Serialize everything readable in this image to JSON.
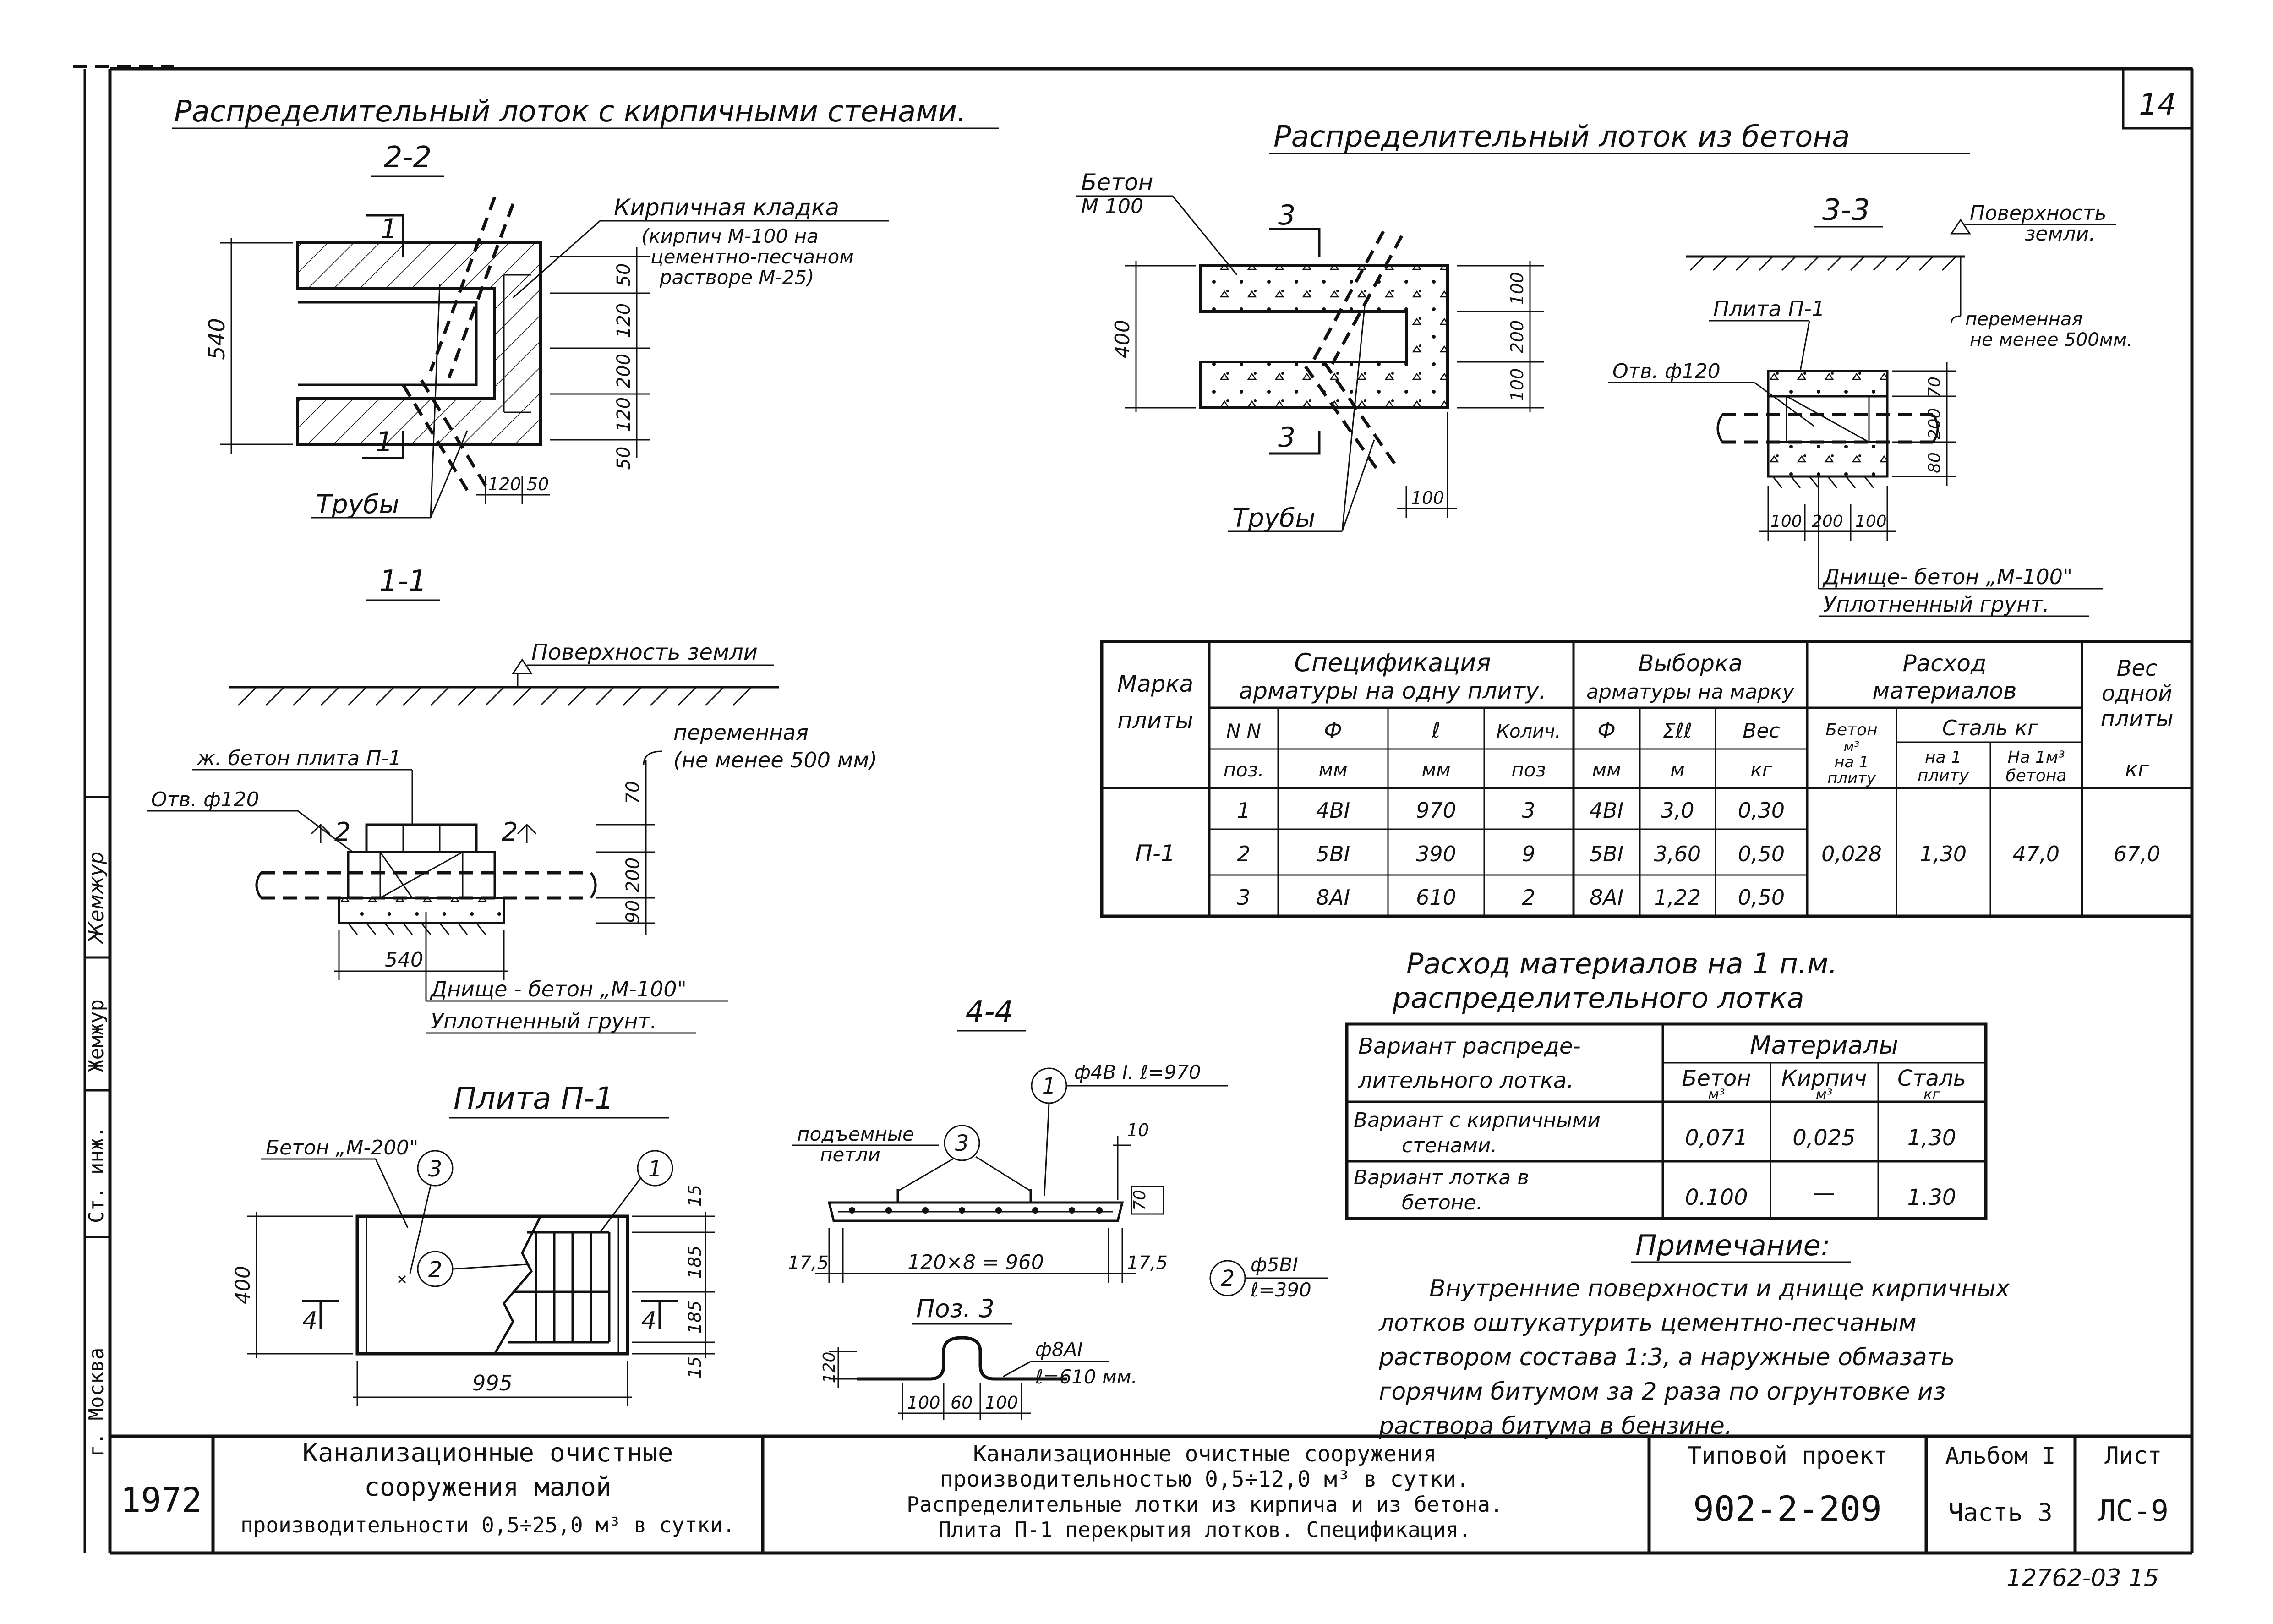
{
  "sheet_number": "14",
  "bottom_number": "12762-03   15",
  "left_strip": {
    "city": "г. Москва",
    "role": "Ст. инж.",
    "name": "Жемжур",
    "signature": "Жемжур"
  },
  "brick_tray": {
    "title": "Распределительный лоток с кирпичными стенами.",
    "section_2_2": "2-2",
    "section_1_1": "1-1",
    "brickwork_label": "Кирпичная кладка",
    "brickwork_note_1": "(кирпич М-100 на",
    "brickwork_note_2": "цементно-песчаном",
    "brickwork_note_3": "растворе М-25)",
    "pipes_label": "Трубы",
    "cut_mark": "1",
    "dims": {
      "height": "540",
      "d1": "50",
      "d2": "120",
      "d3": "200",
      "d4": "120",
      "d5": "50",
      "w1": "120",
      "w2": "50"
    }
  },
  "section_1_1": {
    "ground_label": "Поверхность земли",
    "slab_label": "ж. бетон плита П-1",
    "hole_label": "Отв. ф120",
    "variable_label": "переменная",
    "variable_note": "(не менее 500 мм)",
    "bottom_label": "Днище - бетон „М-100\"",
    "soil_label": "Уплотненный грунт.",
    "cut_mark": "2",
    "dims": {
      "h1": "70",
      "h2": "200",
      "h3": "90",
      "w": "540"
    }
  },
  "concrete_tray": {
    "title": "Распределительный лоток из бетона",
    "concrete_label": "Бетон",
    "concrete_grade": "М 100",
    "pipes_label": "Трубы",
    "cut_mark": "3",
    "dims": {
      "height": "400",
      "d1": "100",
      "d2": "200",
      "d3": "100",
      "w": "100"
    }
  },
  "section_3_3": {
    "title": "3-3",
    "ground_label": "Поверхность",
    "ground_label_2": "земли.",
    "slab_label": "Плита П-1",
    "hole_label": "Отв. ф120",
    "variable_label": "переменная",
    "variable_note": "не менее 500мм.",
    "bottom_label": "Днище- бетон „М-100\"",
    "soil_label": "Уплотненный грунт.",
    "dims": {
      "h1": "70",
      "h2": "200",
      "h3": "80",
      "w1": "100",
      "w2": "200",
      "w3": "100"
    }
  },
  "spec_table": {
    "h_mark_1": "Марка",
    "h_mark_2": "плиты",
    "h_spec_1": "Спецификация",
    "h_spec_2": "арматуры на одну плиту.",
    "h_sel_1": "Выборка",
    "h_sel_2": "арматуры на марку",
    "h_cons_1": "Расход",
    "h_cons_2": "материалов",
    "h_weight_1": "Вес",
    "h_weight_2": "одной",
    "h_weight_3": "плиты",
    "h_weight_unit": "кг",
    "c_pos": "N N",
    "c_pos_u": "поз.",
    "c_dia": "Ф",
    "c_dia_u": "мм",
    "c_len": "ℓ",
    "c_len_u": "мм",
    "c_qty": "Колич.",
    "c_qty_u": "поз",
    "c_sdia": "Ф",
    "c_sdia_u": "мм",
    "c_sum": "Σℓℓ",
    "c_sum_u": "м",
    "c_wt": "Вес",
    "c_wt_u": "кг",
    "c_concrete_1": "Бетон",
    "c_concrete_2": "м³",
    "c_concrete_3": "на 1",
    "c_concrete_4": "плиту",
    "c_steel": "Сталь кг",
    "c_steel_a1": "на 1",
    "c_steel_a2": "плиту",
    "c_steel_b1": "На 1м³",
    "c_steel_b2": "бетона",
    "mark": "П-1",
    "rows": [
      {
        "pos": "1",
        "dia": "4ВI",
        "len": "970",
        "qty": "3",
        "sdia": "4ВI",
        "sum": "3,0",
        "wt": "0,30"
      },
      {
        "pos": "2",
        "dia": "5ВI",
        "len": "390",
        "qty": "9",
        "sdia": "5ВI",
        "sum": "3,60",
        "wt": "0,50"
      },
      {
        "pos": "3",
        "dia": "8АI",
        "len": "610",
        "qty": "2",
        "sdia": "8АI",
        "sum": "1,22",
        "wt": "0,50"
      }
    ],
    "concrete": "0,028",
    "steel_per_slab": "1,30",
    "steel_per_m3": "47,0",
    "weight": "67,0"
  },
  "materials_table": {
    "title_1": "Расход материалов на 1 п.м.",
    "title_2": "распределительного лотка",
    "h_variant_1": "Вариант распреде-",
    "h_variant_2": "лительного лотка.",
    "h_materials": "Материалы",
    "h_concrete": "Бетон",
    "h_concrete_u": "м³",
    "h_brick": "Кирпич",
    "h_brick_u": "м³",
    "h_steel": "Сталь",
    "h_steel_u": "кг",
    "rows": [
      {
        "v1": "Вариант с кирпичными",
        "v2": "стенами.",
        "concrete": "0,071",
        "brick": "0,025",
        "steel": "1,30"
      },
      {
        "v1": "Вариант лотка в",
        "v2": "бетоне.",
        "concrete": "0.100",
        "brick": "—",
        "steel": "1.30"
      }
    ]
  },
  "note": {
    "title": "Примечание:",
    "lines": [
      "Внутренние поверхности и днище кирпичных",
      "лотков оштукатурить цементно-песчаным",
      "раствором состава 1:3, а наружные обмазать",
      "горячим битумом за 2 раза по огрунтовке из",
      "раствора битума в бензине."
    ]
  },
  "slab": {
    "title": "Плита П-1",
    "concrete_label": "Бетон „М-200\"",
    "mark_1": "1",
    "mark_2": "2",
    "mark_3": "3",
    "cut": "4",
    "dims": {
      "height": "400",
      "length": "995",
      "s1": "15",
      "s2": "185",
      "s3": "185",
      "s4": "15"
    }
  },
  "section_4_4": {
    "title": "4-4",
    "lift_label_1": "подъемные",
    "lift_label_2": "петли",
    "bar1": "ф4В I. ℓ=970",
    "bar2_a": "ф5ВI",
    "bar2_b": "ℓ=390",
    "dims": {
      "top": "10",
      "h": "70",
      "left": "17,5",
      "mid": "120×8 = 960",
      "right": "17,5"
    },
    "pos3_title": "Поз. 3",
    "pos3_bar_a": "ф8АI",
    "pos3_bar_b": "ℓ=610 мм.",
    "pos3_dims": {
      "h": "120",
      "a": "100",
      "b": "60",
      "c": "100"
    }
  },
  "title_block": {
    "year": "1972",
    "project_1": "Канализационные очистные",
    "project_2": "сооружения малой",
    "project_3": "производительности 0,5÷25,0 м³ в сутки.",
    "desc_1": "Канализационные очистные сооружения",
    "desc_2": "производительностью 0,5÷12,0 м³ в сутки.",
    "desc_3": "Распределительные лотки из кирпича и из бетона.",
    "desc_4": "Плита П-1 перекрытия лотков. Спецификация.",
    "typical_label": "Типовой проект",
    "typical_value": "902-2-209",
    "album_label": "Альбом I",
    "part_label": "Часть 3",
    "sheet_label": "Лист",
    "sheet_value": "ЛС-9"
  }
}
